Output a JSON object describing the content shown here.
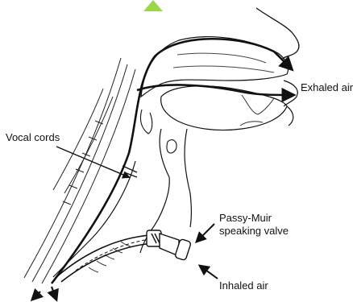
{
  "labels": {
    "exhaled_air": "Exhaled air",
    "vocal_cords": "Vocal cords",
    "valve_line1": "Passy-Muir",
    "valve_line2": "speaking valve",
    "inhaled_air": "Inhaled air"
  },
  "colors": {
    "line": "#111111",
    "accent_triangle": "#9bd64a",
    "background": "#ffffff"
  }
}
